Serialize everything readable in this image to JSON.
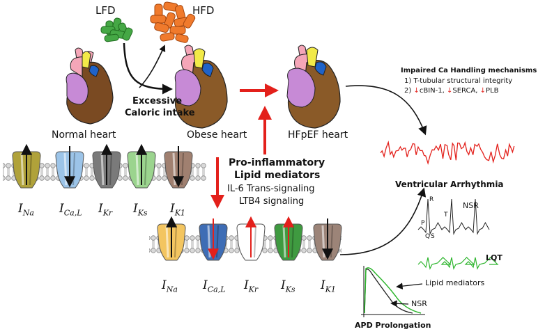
{
  "food": {
    "lfd": "LFD",
    "hfd": "HFD"
  },
  "hearts": {
    "normal": "Normal heart",
    "obese": "Obese heart",
    "hfpef": "HFpEF heart"
  },
  "intake": {
    "line1": "Excessive",
    "line2": "Caloric intake"
  },
  "mediators": {
    "line1": "Pro-inflammatory",
    "line2": "Lipid mediators",
    "line3": "IL-6 Trans-signaling",
    "line4": "LTB4 signaling"
  },
  "ca_handling": {
    "title": "Impaired Ca Handling mechanisms",
    "item1": "1)  T-tubular structural integrity",
    "item2_prefix": "2) ",
    "down_arrow": "↓",
    "cbin": "cBIN-1, ",
    "serca": "SERCA, ",
    "plb": "PLB"
  },
  "arrhythmia_label": "Ventricular Arrhythmia",
  "ecg": {
    "p": "P",
    "r": "R",
    "t": "T",
    "q": "Q",
    "s": "S",
    "nsr": "NSR",
    "lqt": "LQT"
  },
  "apd": {
    "lipid": "Lipid mediators",
    "nsr": "NSR",
    "caption": "APD Prolongation"
  },
  "channels": {
    "top": [
      {
        "main": "I",
        "sub": "Na",
        "color": "#b0a23a",
        "arrow": "out"
      },
      {
        "main": "I",
        "sub": "Ca,L",
        "color": "#9cc4e8",
        "arrow": "in"
      },
      {
        "main": "I",
        "sub": "Kr",
        "color": "#7a7a7a",
        "arrow": "out"
      },
      {
        "main": "I",
        "sub": "Ks",
        "color": "#9bd48e",
        "arrow": "out"
      },
      {
        "main": "I",
        "sub": "K1",
        "color": "#a08070",
        "arrow": "in"
      }
    ],
    "bottom": [
      {
        "main": "I",
        "sub": "Na",
        "color": "#f3c560",
        "arrow": "out"
      },
      {
        "main": "I",
        "sub": "Ca,L",
        "color": "#3e6db5",
        "arrow": "in-red"
      },
      {
        "main": "I",
        "sub": "Kr",
        "color": "#ffffff",
        "arrow": "out-red"
      },
      {
        "main": "I",
        "sub": "Ks",
        "color": "#3f9a40",
        "arrow": "out-red"
      },
      {
        "main": "I",
        "sub": "K1",
        "color": "#9c8478",
        "arrow": "in"
      }
    ]
  },
  "colors": {
    "red_arrow": "#e3201b",
    "lfd_green": "#45a845",
    "hfd_orange": "#f07a2c",
    "ecg_red": "#e3201b",
    "ecg_green": "#2db52d"
  }
}
